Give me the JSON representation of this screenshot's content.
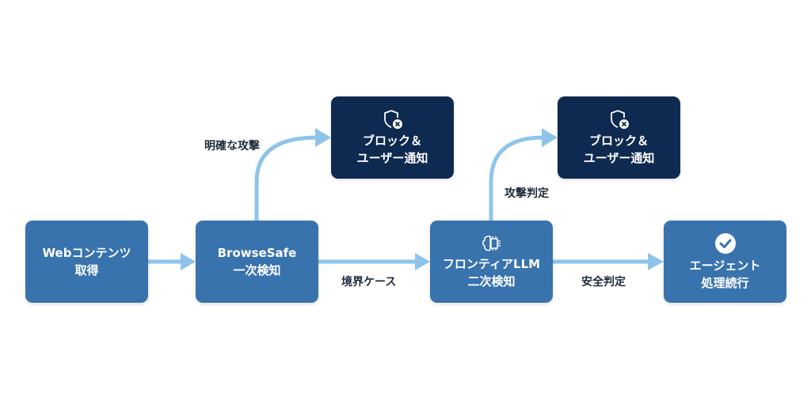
{
  "nodes": {
    "web": {
      "line1": "Webコンテンツ",
      "line2": "取得"
    },
    "browsesafe": {
      "line1": "BrowseSafe",
      "line2": "一次検知"
    },
    "block1": {
      "line1": "ブロック＆",
      "line2": "ユーザー通知",
      "icon": "shield-x-icon"
    },
    "llm": {
      "line1": "フロンティアLLM",
      "line2": "二次検知",
      "icon": "brain-chip-icon"
    },
    "block2": {
      "line1": "ブロック＆",
      "line2": "ユーザー通知",
      "icon": "shield-x-icon"
    },
    "agent": {
      "line1": "エージェント",
      "line2": "処理続行",
      "icon": "check-circle-icon"
    }
  },
  "edges": {
    "clear_attack": "明確な攻撃",
    "boundary_case": "境界ケース",
    "attack_judgment": "攻撃判定",
    "safe_judgment": "安全判定"
  },
  "colors": {
    "box": "#3873ad",
    "dark_box": "#0f2a50",
    "arrow": "#8ec4ea"
  }
}
